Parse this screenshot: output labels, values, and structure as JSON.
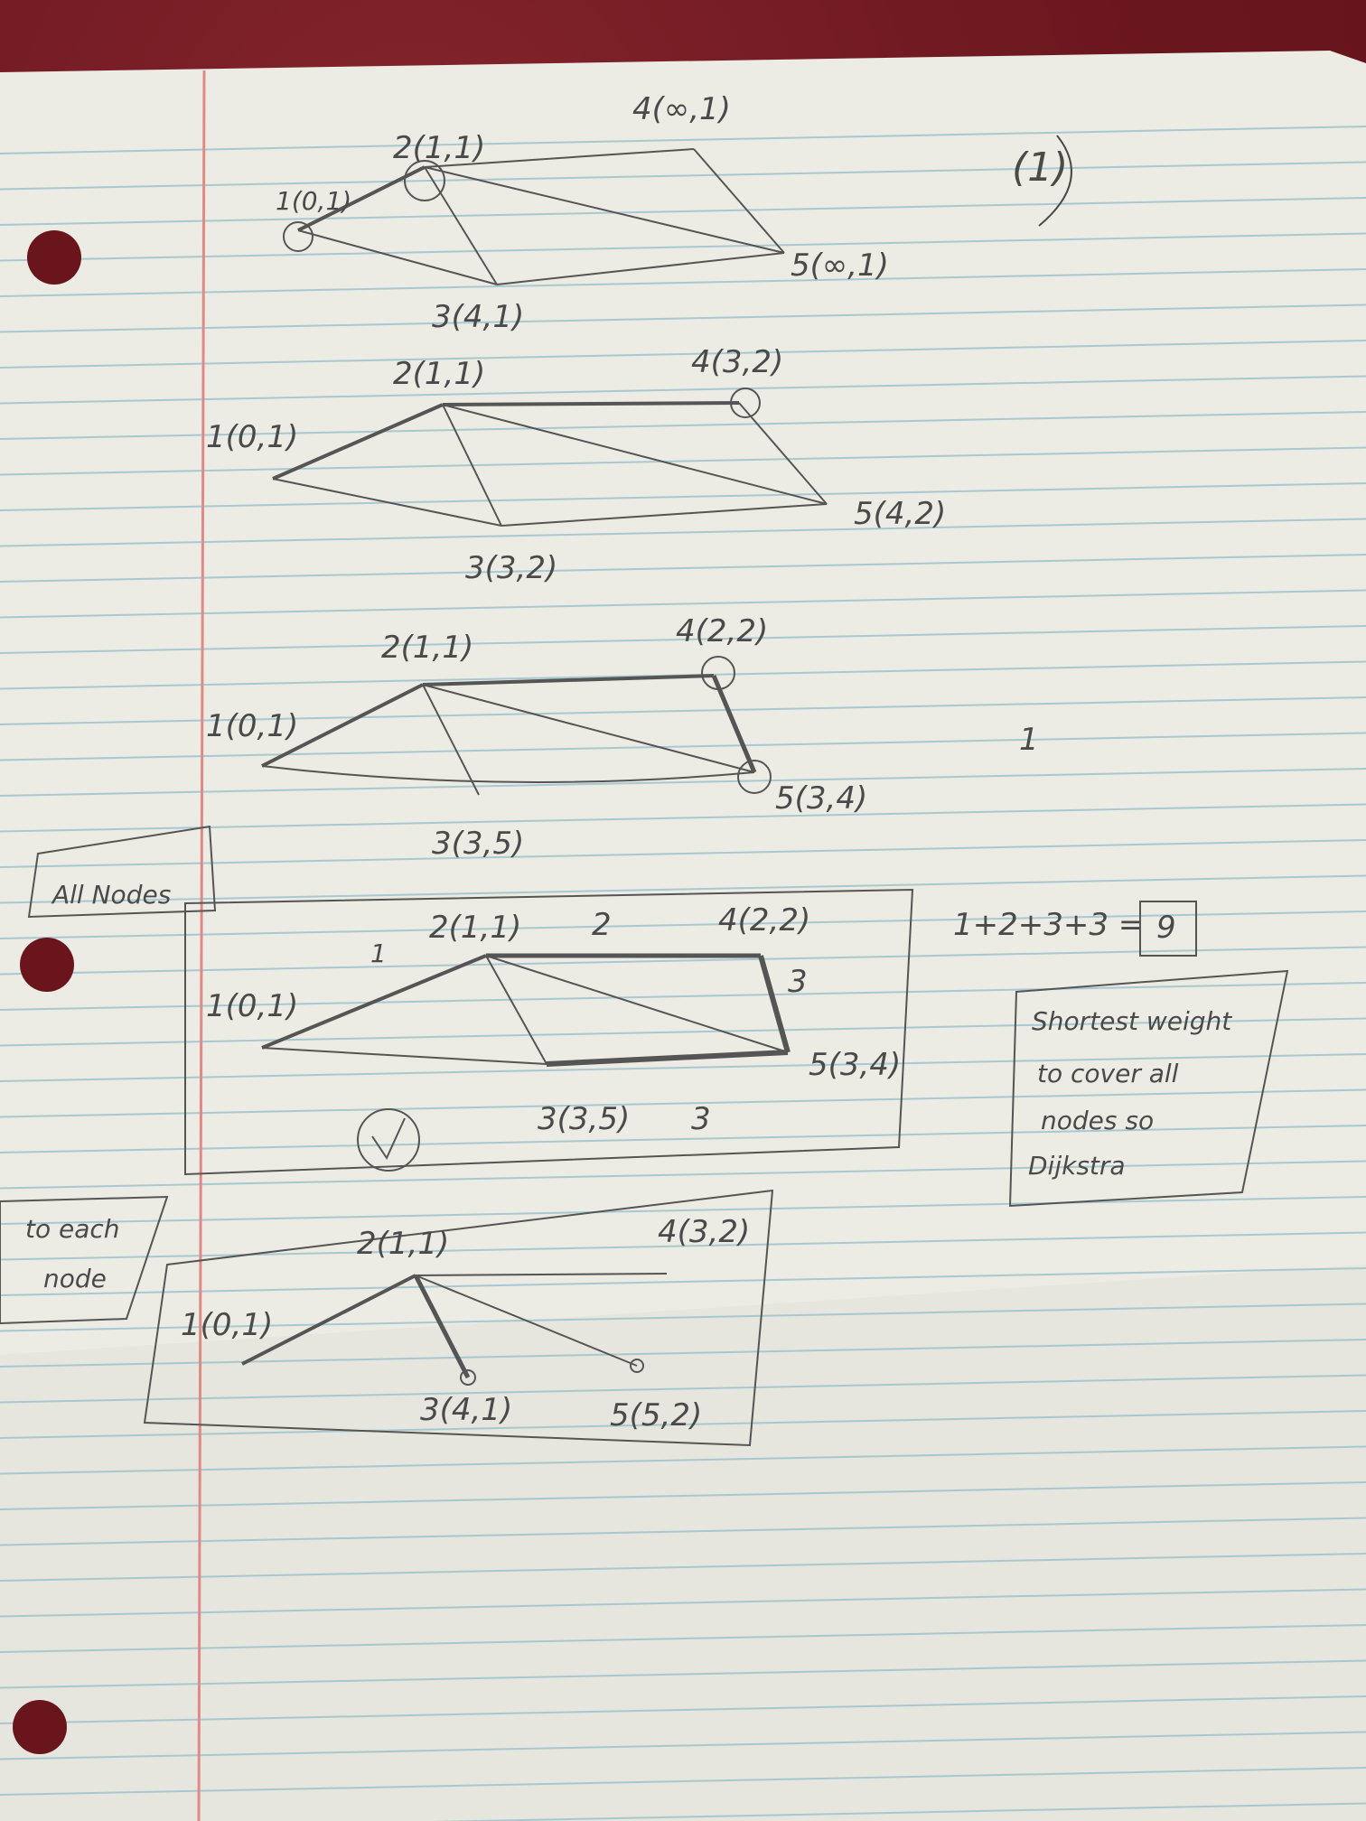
{
  "page_number": "(1)",
  "side_mark": "1",
  "graphs": {
    "g1": {
      "n1": "1(0,1)",
      "n2": "2(1,1)",
      "n3": "3(4,1)",
      "n4": "4(∞,1)",
      "n5": "5(∞,1)"
    },
    "g2": {
      "n1": "1(0,1)",
      "n2": "2(1,1)",
      "n3": "3(3,2)",
      "n4": "4(3,2)",
      "n5": "5(4,2)"
    },
    "g3": {
      "n1": "1(0,1)",
      "n2": "2(1,1)",
      "n3": "3(3,5)",
      "n4": "4(2,2)",
      "n5": "5(3,4)"
    },
    "g4": {
      "n1": "1(0,1)",
      "n2": "2(1,1)",
      "n3": "3(3,5)",
      "n4": "4(2,2)",
      "n5": "5(3,4)",
      "w12": "1",
      "w24": "2",
      "w45": "3",
      "w53": "3"
    },
    "g5": {
      "n1": "1(0,1)",
      "n2": "2(1,1)",
      "n3": "3(4,1)",
      "n4": "4(3,2)",
      "n5": "5(5,2)"
    }
  },
  "notes": {
    "all_nodes": "All Nodes",
    "sum_expr": "1+2+3+3 =",
    "sum_result": "9",
    "shortest_1": "Shortest weight",
    "shortest_2": "to cover all",
    "shortest_3": "nodes so",
    "shortest_4": "Dijkstra",
    "to_each_1": "to each",
    "to_each_2": "node"
  },
  "colors": {
    "paper": "#ecebe4",
    "rule_line": "#9dc3cf",
    "margin_line": "#e08a86",
    "pencil": "#4a4a4a",
    "tablecloth": "#6e1a22"
  }
}
